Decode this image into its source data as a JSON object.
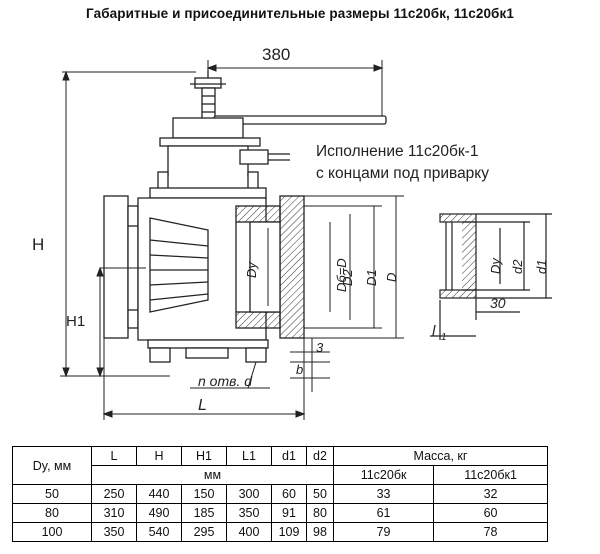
{
  "title": "Габаритные и присоединительные размеры 11с20бк, 11с20бк1",
  "drawing": {
    "dim_top": "380",
    "dim_H": "H",
    "dim_H1": "H1",
    "dim_L": "L",
    "dim_L1": "l",
    "dim_L1_sub": "1",
    "dim_holes": "n отв. d",
    "dim_3": "3",
    "dim_b": "b",
    "dim_Dy": "Dy",
    "dim_Db": "Dб=D",
    "dim_D": "D",
    "dim_D2": "D2",
    "dim_D1": "D1",
    "dim_d2": "d2",
    "dim_d1": "d1",
    "dim_30": "30",
    "note_line1": "Исполнение 11с20бк-1",
    "note_line2": "с концами под приварку"
  },
  "table": {
    "header_dy": "Dy, мм",
    "header_L": "L",
    "header_H": "H",
    "header_H1": "H1",
    "header_L1": "L1",
    "header_d1": "d1",
    "header_d2": "d2",
    "header_mass": "Масса, кг",
    "unit_mm": "мм",
    "model_a": "11с20бк",
    "model_b": "11с20бк1",
    "rows": [
      {
        "dy": "50",
        "L": "250",
        "H": "440",
        "H1": "150",
        "L1": "300",
        "d1": "60",
        "d2": "50",
        "mass_a": "33",
        "mass_b": "32"
      },
      {
        "dy": "80",
        "L": "310",
        "H": "490",
        "H1": "185",
        "L1": "350",
        "d1": "91",
        "d2": "80",
        "mass_a": "61",
        "mass_b": "60"
      },
      {
        "dy": "100",
        "L": "350",
        "H": "540",
        "H1": "295",
        "L1": "400",
        "d1": "109",
        "d2": "98",
        "mass_a": "79",
        "mass_b": "78"
      }
    ]
  }
}
